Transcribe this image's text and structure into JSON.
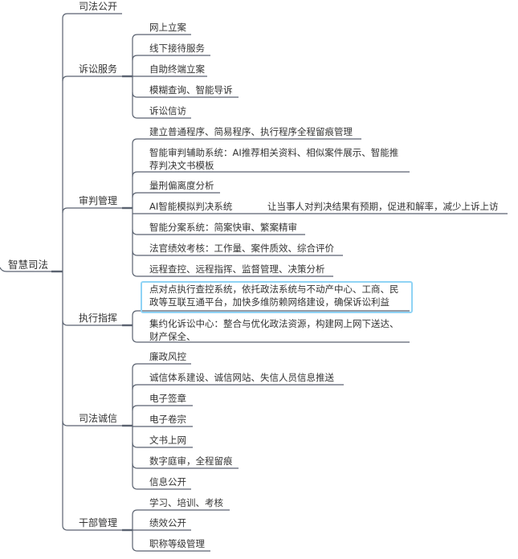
{
  "mindmap": {
    "root": {
      "label": "智慧司法"
    },
    "branches": [
      {
        "label": "司法公开",
        "children": []
      },
      {
        "label": "诉讼服务",
        "children": [
          {
            "label": "网上立案"
          },
          {
            "label": "线下接待服务"
          },
          {
            "label": "自助终端立案"
          },
          {
            "label": "模糊查询、智能导诉"
          },
          {
            "label": "诉讼信访"
          }
        ]
      },
      {
        "label": "审判管理",
        "children": [
          {
            "label": "建立普通程序、简易程序、执行程序全程留痕管理"
          },
          {
            "label_line1": "智能审判辅助系统：AI推荐相关资料、相似案件展示、智能推",
            "label_line2": "荐判决文书模板"
          },
          {
            "label": "量刑偏离度分析"
          },
          {
            "label": "AI智能模拟判决系统",
            "note": "让当事人对判决结果有预期，促进和解率，减少上诉上访"
          },
          {
            "label": "智能分案系统：简案快审、繁案精审"
          },
          {
            "label": "法官绩效考核：工作量、案件质效、综合评价"
          },
          {
            "label": "远程查控、远程指挥、监督管理、决策分析"
          }
        ]
      },
      {
        "label": "执行指挥",
        "children": [
          {
            "label_line1": "点对点执行查控系统，依托政法系统与不动产中心、工商、民",
            "label_line2": "政等互联互通平台，加快多维防赖网络建设，确保诉讼利益",
            "selected": true
          },
          {
            "label_line1": "集约化诉讼中心：整合与优化政法资源，构建网上网下送达、",
            "label_line2": "财产保全、"
          }
        ]
      },
      {
        "label": "司法诚信",
        "children": [
          {
            "label": "廉政风控"
          },
          {
            "label": "诚信体系建设、诚信网站、失信人员信息推送"
          },
          {
            "label": "电子签章"
          },
          {
            "label": "电子卷宗"
          },
          {
            "label": "文书上网"
          },
          {
            "label": "数字庭审，全程留痕"
          },
          {
            "label": "信息公开"
          }
        ]
      },
      {
        "label": "干部管理",
        "children": [
          {
            "label": "学习、培训、考核"
          },
          {
            "label": "绩效公开"
          },
          {
            "label": "职称等级管理"
          }
        ]
      }
    ]
  },
  "colors": {
    "line": "#5a6270",
    "text": "#333333",
    "selection": "#8fd3f5"
  }
}
